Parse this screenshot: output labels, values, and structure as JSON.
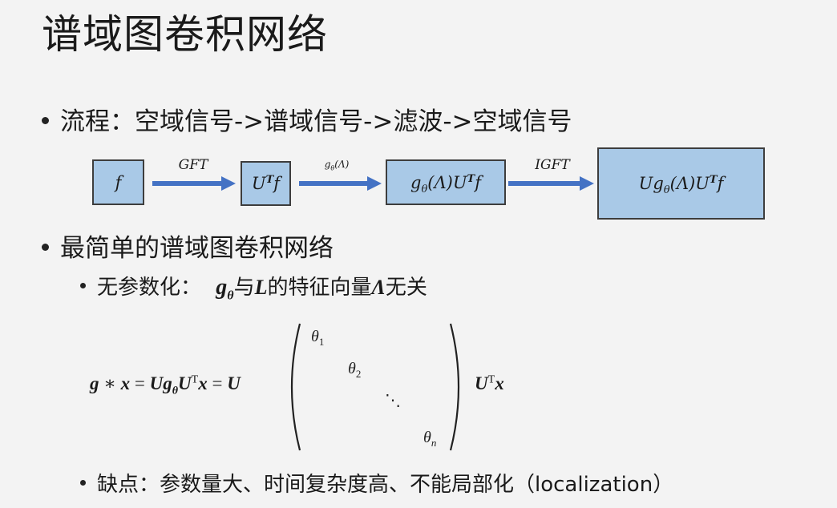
{
  "slide": {
    "title": "谱域图卷积网络",
    "bullet1": "流程：空域信号->谱域信号->滤波->空域信号",
    "flow": {
      "box1": "f",
      "arrow1": "GFT",
      "box2": "UTf",
      "arrow2": "gθ(Λ)",
      "box3": "gθ(Λ)UTf",
      "arrow3": "IGFT",
      "box4": "Ugθ(Λ)UTf"
    },
    "bullet2": "最简单的谱域图卷积网络",
    "sub1_label": "无参数化：",
    "sub1_text": "gθ与L的特征向量Λ无关",
    "formula_lhs": "g ∗ x = U gθ UT x = U",
    "formula_rhs": "UTx",
    "matrix": [
      "θ1",
      "θ2",
      "⋱",
      "θn"
    ],
    "sub2": "缺点：参数量大、时间复杂度高、不能局部化（localization）"
  },
  "colors": {
    "box_fill": "#a9c9e7",
    "arrow": "#4472c4",
    "background": "#f3f3f3"
  }
}
